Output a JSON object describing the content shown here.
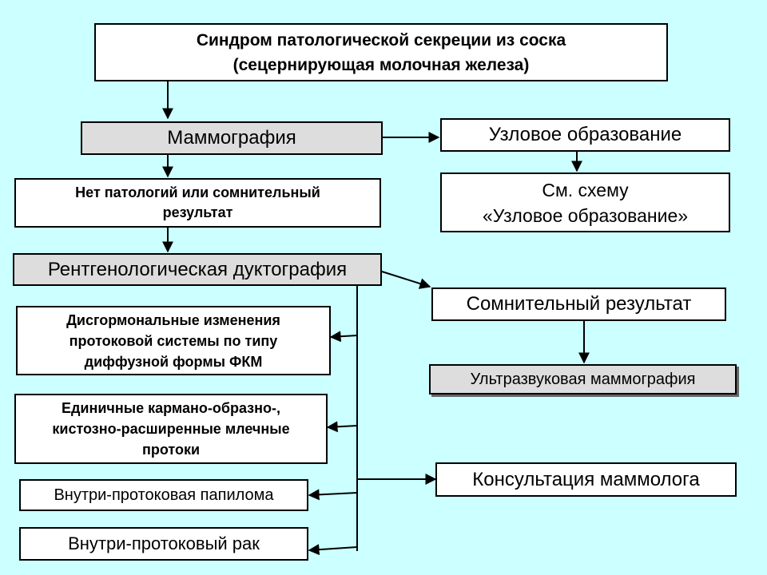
{
  "nodes": {
    "syndrome": {
      "line1": "Синдром патологической секреции из соска",
      "line2": "(сецернирующая молочная железа)"
    },
    "mammography": "Маммография",
    "nodular": "Узловое образование",
    "see_scheme": {
      "line1": "См. схему",
      "line2": "«Узловое образование»"
    },
    "no_pathology": {
      "line1": "Нет патологий или сомнительный",
      "line2": "результат"
    },
    "ductography": "Рентгенологическая дуктография",
    "doubtful": "Сомнительный результат",
    "dyshormonal": {
      "line1": "Дисгормональные изменения",
      "line2": "протоковой системы по типу",
      "line3": "диффузной формы ФКМ"
    },
    "single_ducts": {
      "line1": "Единичные кармано-образно-,",
      "line2": "кистозно-расширенные млечные",
      "line3": "протоки"
    },
    "ultrasound": "Ультразвуковая маммография",
    "papilloma": "Внутри-протоковая папилома",
    "consultation": "Консультация маммолога",
    "cancer": "Внутри-протоковый рак"
  },
  "colors": {
    "background": "#ccffff",
    "box_fill": "#ffffff",
    "gray_fill": "#dddddd",
    "line": "#000000"
  }
}
